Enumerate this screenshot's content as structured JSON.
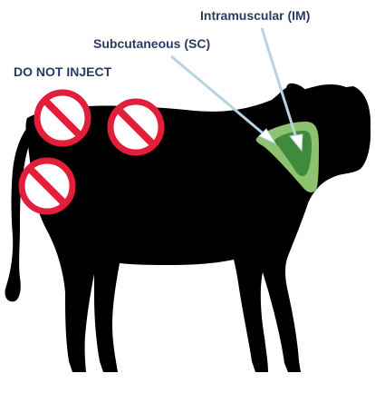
{
  "labels": {
    "intramuscular": "Intramuscular (IM)",
    "subcutaneous": "Subcutaneous (SC)",
    "do_not_inject": "DO NOT INJECT"
  },
  "colors": {
    "cow": "#000000",
    "label_text": "#2a3a63",
    "arrow": "#b7d3e2",
    "sc_zone": "#8dc26f",
    "im_zone": "#3f8a3b",
    "prohibition_red": "#e31e3a",
    "prohibition_fill": "#ffffff"
  },
  "icons": {
    "prohibition": "no-symbol-icon"
  }
}
